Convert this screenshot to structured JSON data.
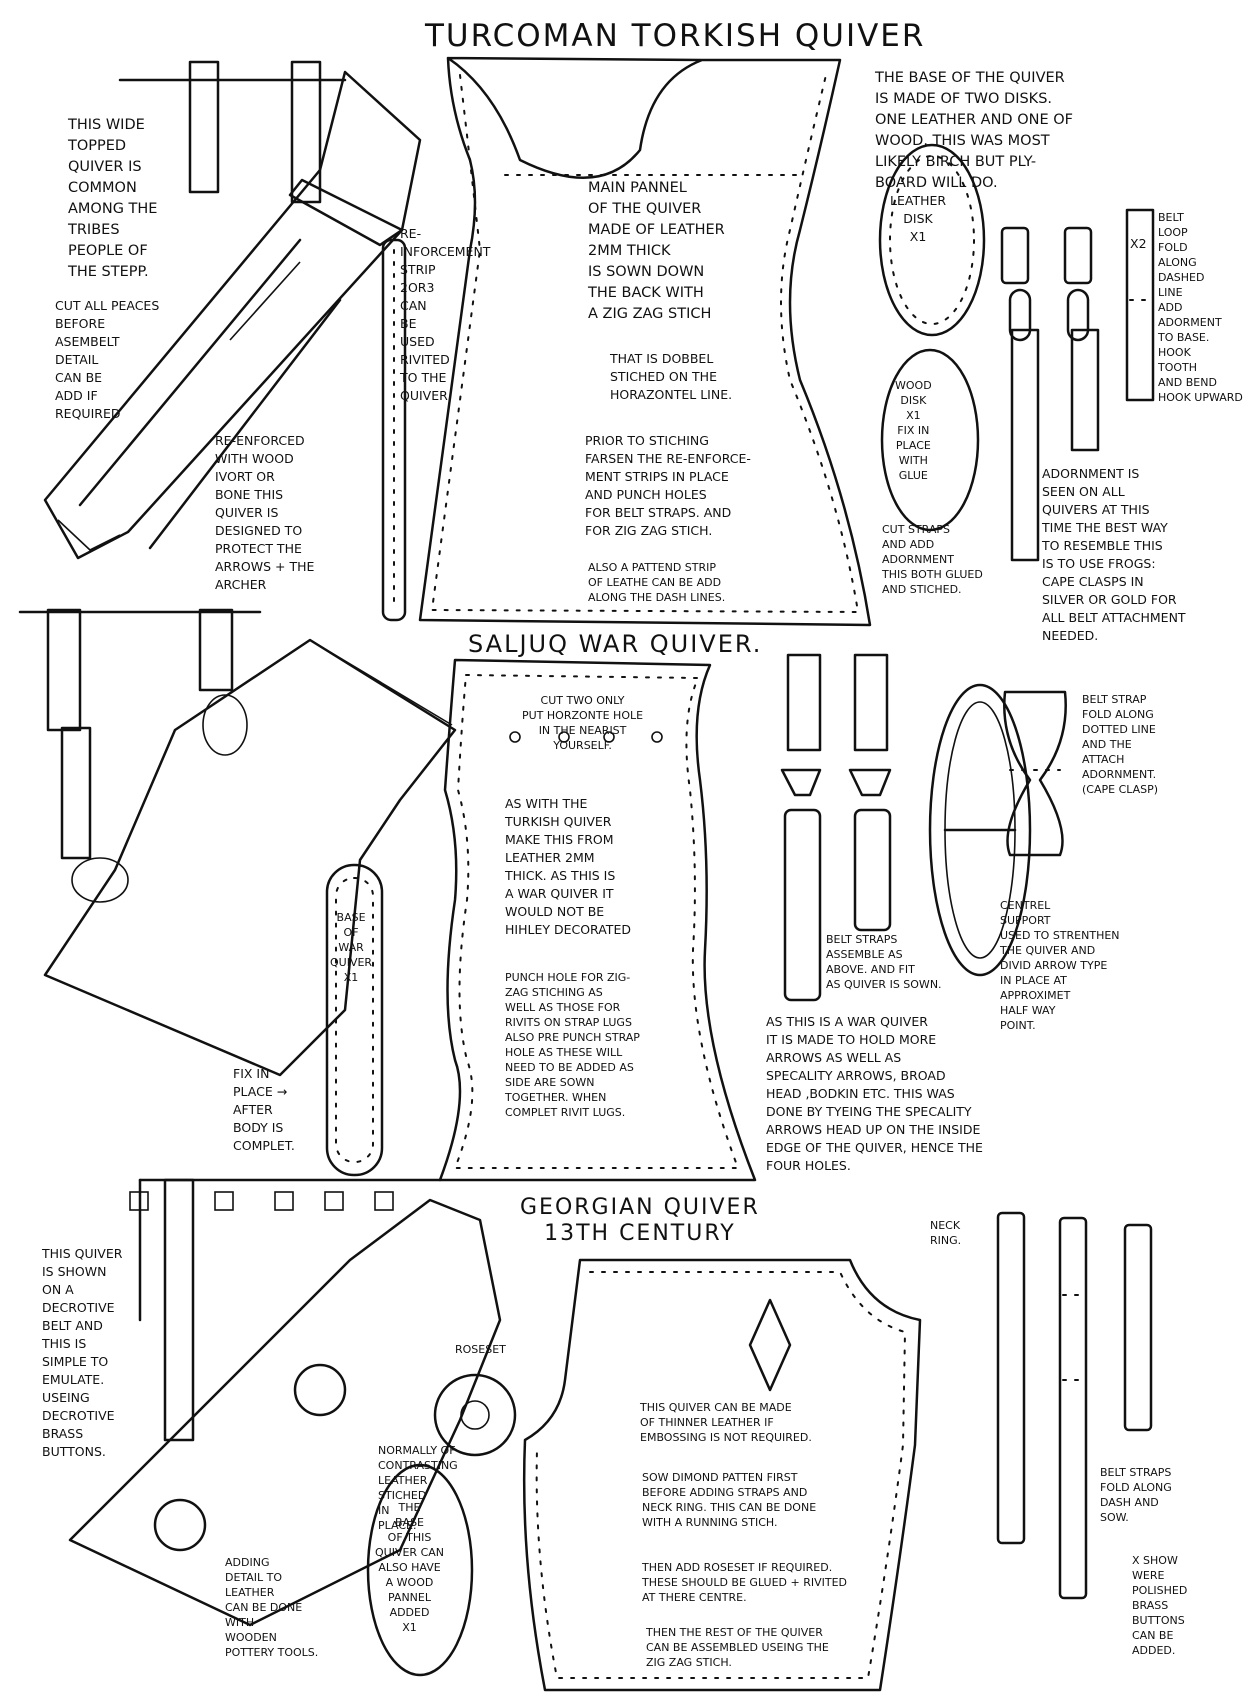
{
  "sheet": {
    "titles": {
      "turcoman": "TURCOMAN TORKISH QUIVER",
      "saljuq": "SALJUQ WAR QUIVER.",
      "georgian": "GEORGIAN QUIVER\n13TH CENTURY"
    },
    "turcoman": {
      "wide_topped": "THIS WIDE\nTOPPED\nQUIVER IS\nCOMMON\nAMONG THE\nTRIBES\nPEOPLE OF\nTHE STEPP.",
      "cut_pieces": "CUT ALL PEACES\nBEFORE\nASEMBELT\nDETAIL\nCAN BE\nADD IF\nREQUIRED",
      "reinforcement_strip": "RE-\nINFORCEMENT\nSTRIP\n2OR3\nCAN\nBE\nUSED\nRIVITED\nTO THE\nQUIVER.",
      "reinforced_wood": "RE-ENFORCED\nWITH WOOD\nIVORT OR\nBONE THIS\nQUIVER IS\nDESIGNED TO\nPROTECT THE\nARROWS + THE\nARCHER",
      "main_panel": "MAIN PANNEL\nOF THE QUIVER\nMADE OF LEATHER\n2MM THICK\nIS SOWN DOWN\nTHE BACK WITH\nA ZIG ZAG STICH",
      "zigzag": "THAT IS DOBBEL\nSTICHED ON THE\nHORAZONTEL LINE.",
      "prior_to_stitching": "PRIOR TO STICHING\nFARSEN THE RE-ENFORCE-\nMENT STRIPS IN PLACE\nAND PUNCH HOLES\nFOR BELT STRAPS. AND\nFOR ZIG ZAG STICH.",
      "pattern_strip": "ALSO A PATTEND STRIP\nOF LEATHE CAN BE ADD\nALONG THE DASH LINES.",
      "base": "THE BASE OF THE QUIVER\nIS MADE OF TWO DISKS.\nONE LEATHER AND ONE OF\nWOOD. THIS WAS MOST\nLIKELY BIRCH BUT PLY-\nBOARD WILL DO.",
      "leather_disk": "LEATHER\nDISK\nX1",
      "wood_disk": "WOOD\nDISK\nX1\nFIX IN\nPLACE\nWITH\nGLUE",
      "x2": "X2",
      "belt_loop": "BELT\nLOOP\nFOLD\nALONG\nDASHED\nLINE\nADD\nADORMENT\nTO BASE.\nHOOK\nTOOTH\nAND BEND\nHOOK UPWARD",
      "cut_straps": "CUT STRAPS\nAND ADD\nADORNMENT\nTHIS BOTH GLUED\nAND STICHED.",
      "adornment": "ADORNMENT IS\nSEEN ON ALL\nQUIVERS AT THIS\nTIME THE BEST WAY\nTO RESEMBLE THIS\nIS TO USE FROGS:\nCAPE CLASPS IN\nSILVER OR GOLD FOR\nALL BELT ATTACHMENT\nNEEDED."
    },
    "saljuq": {
      "cut_two": "CUT TWO ONLY\nPUT HORZONTE HOLE\nIN THE NEARIST\nYOURSELF.",
      "as_with": "AS WITH THE\nTURKISH QUIVER\nMAKE THIS FROM\nLEATHER 2MM\nTHICK. AS THIS IS\nA WAR QUIVER IT\nWOULD NOT BE\nHIHLEY DECORATED",
      "punch_hole": "PUNCH HOLE FOR ZIG-\nZAG STICHING AS\nWELL AS THOSE FOR\nRIVITS ON STRAP LUGS\nALSO PRE PUNCH STRAP\nHOLE AS THESE WILL\nNEED TO BE ADDED AS\nSIDE ARE SOWN\nTOGETHER. WHEN\nCOMPLET RIVIT LUGS.",
      "base_of_war": "BASE\nOF\nWAR\nQUIVER\nX1",
      "fix_in_place": "FIX IN\nPLACE →\nAFTER\nBODY IS\nCOMPLET.",
      "belt_strap_fold": "BELT STRAP\nFOLD ALONG\nDOTTED LINE\nAND THE\nATTACH\nADORNMENT.\n(CAPE CLASP)",
      "belt_straps_assemble": "BELT STRAPS\nASSEMBLE AS\nABOVE. AND FIT\nAS QUIVER IS SOWN.",
      "central_support": "CENTREL\nSUPPORT\nUSED TO STRENTHEN\nTHE QUIVER AND\nDIVID ARROW TYPE\nIN PLACE AT\nAPPROXIMET\nHALF WAY\nPOINT.",
      "war_quiver_note": "AS THIS IS A WAR QUIVER\nIT IS MADE TO HOLD MORE\nARROWS AS WELL AS\nSPECALITY ARROWS, BROAD\nHEAD ,BODKIN ETC. THIS WAS\nDONE BY TYEING THE SPECALITY\nARROWS HEAD UP ON THE INSIDE\nEDGE OF THE QUIVER, HENCE THE\nFOUR HOLES."
    },
    "georgian": {
      "decorative_belt": "THIS QUIVER\nIS SHOWN\nON A\nDECROTIVE\nBELT AND\nTHIS IS\nSIMPLE TO\nEMULATE.\nUSEING\nDECROTIVE\nBRASS\nBUTTONS.",
      "roseset": "ROSESET",
      "normally": "NORMALLY OF\nCONTRASTING\nLEATHER\nSTICHED\nIN\nPLACE.",
      "base_of_this": "THE\nBASE\nOF THIS\nQUIVER CAN\nALSO HAVE\nA WOOD\nPANNEL\nADDED\nX1",
      "adding_detail": "ADDING\nDETAIL TO\nLEATHER\nCAN BE DONE\nWITH\nWOODEN\nPOTTERY TOOLS.",
      "thinner_leather": "THIS QUIVER CAN BE MADE\nOF THINNER LEATHER IF\nEMBOSSING IS NOT REQUIRED.",
      "sow_diamond": "SOW DIMOND PATTEN FIRST\nBEFORE ADDING STRAPS AND\nNECK RING. THIS CAN BE DONE\nWITH A RUNNING STICH.",
      "add_roseset": "THEN ADD ROSESET IF REQUIRED.\nTHESE SHOULD BE GLUED + RIVITED\nAT THERE CENTRE.",
      "rest": "THEN THE REST OF THE QUIVER\nCAN BE ASSEMBLED USEING THE\nZIG ZAG STICH.",
      "neck_ring": "NECK\nRING.",
      "belt_straps_fold": "BELT STRAPS\nFOLD ALONG\nDASH AND\nSOW.",
      "x_show": "X SHOW\nWERE\nPOLISHED\nBRASS\nBUTTONS\nCAN BE\nADDED."
    }
  }
}
